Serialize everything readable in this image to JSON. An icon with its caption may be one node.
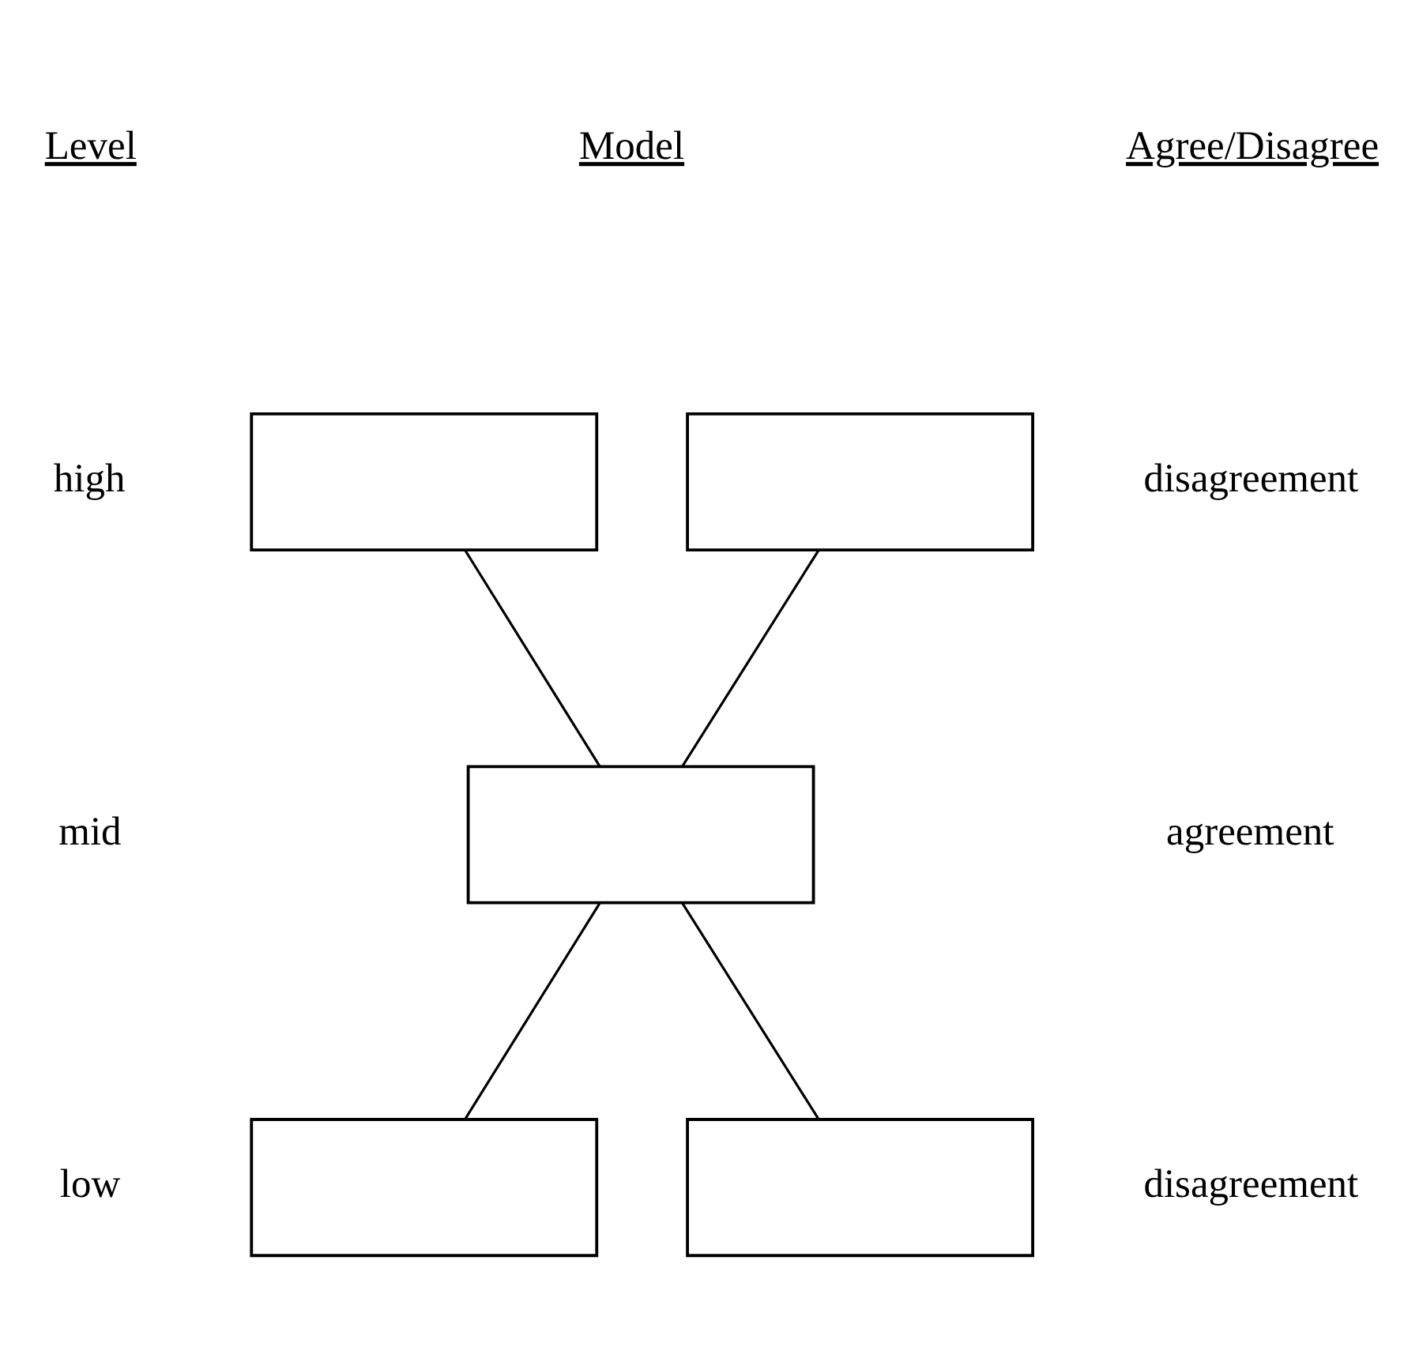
{
  "diagram": {
    "nodes": [
      {
        "text": [],
        "shape": "box"
      },
      {
        "text": [],
        "shape": "box"
      },
      {
        "text": [],
        "shape": "box"
      },
      {
        "text": [],
        "shape": "box"
      },
      {
        "text": [],
        "shape": "box"
      }
    ],
    "edges": [
      {
        "from": 0,
        "to": 2,
        "arrow": "none"
      },
      {
        "from": 1,
        "to": 2,
        "arrow": "none"
      },
      {
        "from": 2,
        "to": 3,
        "arrow": "none"
      },
      {
        "from": 2,
        "to": 4,
        "arrow": "none"
      }
    ],
    "labels": [
      "Level",
      "Model",
      "Agree/Disagree",
      "high",
      "disagreement",
      "mid",
      "agreement",
      "low",
      "disagreement"
    ]
  }
}
